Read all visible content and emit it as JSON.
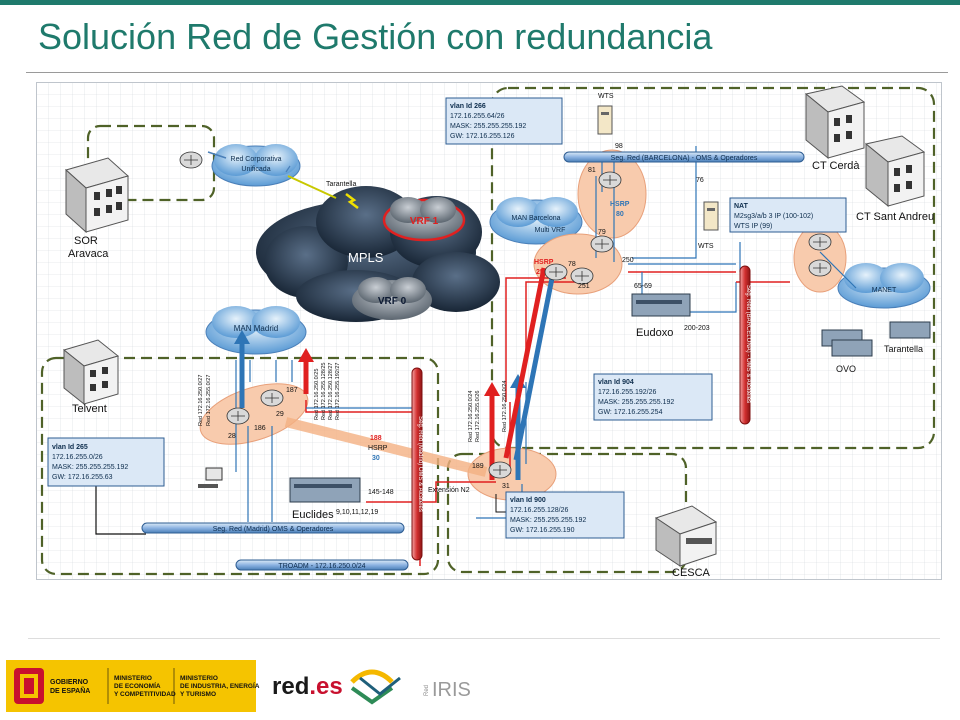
{
  "slide": {
    "title": "Solución Red de Gestión con redundancia"
  },
  "colors": {
    "accent": "#1f7a6c",
    "dashed_zone": "#4f6228",
    "seg_bar": "#8db3e2",
    "red_link": "#e02020",
    "blue_link": "#2e75b6",
    "hsrp_fill": "#f8cbad"
  },
  "labels": {
    "sor": "SOR",
    "aravaca": "Aravaca",
    "telvent": "Telvent",
    "red_corp_1": "Red Corporativa",
    "red_corp_2": "Unificada",
    "tarantella_link": "Tarantella",
    "mpls": "MPLS",
    "vrf1": "VRF 1",
    "vrf0": "VRF 0",
    "man_madrid": "MAN Madrid",
    "man_barcelona": "MAN Barcelona",
    "multi_vrf": "Multi VRF",
    "wts_top": "WTS",
    "wts_mid": "WTS",
    "ct_cerda": "CT Cerdà",
    "ct_sant_andreu": "CT Sant Andreu",
    "manet": "MANET",
    "tarantella": "Tarantella",
    "ovo": "OVO",
    "eudoxo": "Eudoxo",
    "euclides": "Euclides",
    "cesca": "CESCA",
    "seg_barcelona_h": "Seg. Red (BARCELONA) - OMS & Operadores",
    "seg_barcelona_v": "Seg. Red (BARCELONA) - OMS & Alcateles",
    "seg_madrid_h": "Seg. Red (Madrid) OMS & Operadores",
    "seg_madrid_v": "Seg. Red (Madrid) OMS & Alcateles",
    "troadm": "TROADM - 172.16.250.0/24",
    "extension_n2": "Extensión N2",
    "hsrp_80_a": "HSRP",
    "hsrp_80_b": "80",
    "hsrp_252_a": "HSRP",
    "hsrp_252_b": "252",
    "hsrp_30_a": "188",
    "hsrp_30_b": "HSRP",
    "hsrp_30_c": "30",
    "n98": "98",
    "n81": "81",
    "n76": "76",
    "n79": "79",
    "n78": "78",
    "n251": "251",
    "n250": "250",
    "n65_69": "65-69",
    "n200_203": "200-203",
    "n187": "187",
    "n29": "29",
    "n28": "28",
    "n186": "186",
    "n189": "189",
    "n31": "31",
    "n145_148": "145-148",
    "n_euclides": "9,10,11,12,19",
    "red_madrid_1": "Red 172.16.250.0/27",
    "red_madrid_2": "Red 172.16.255.0/27",
    "red_madrid_3": "Red 172.16.250.0/25",
    "red_madrid_4": "Red 172.16.255.128/25",
    "red_madrid_5": "Red 172.16.250.128/27",
    "red_madrid_6": "Red 172.16.255.192/27",
    "red_cesca_1": "Red 172.16.250.0/24",
    "red_cesca_2": "Red 172.16.255.0/26",
    "red_cesca_3": "Red 172.16.250.0/24"
  },
  "vlan_boxes": {
    "v266": {
      "title": "vlan Id 266",
      "l1": "172.16.255.64/26",
      "l2": "MASK: 255.255.255.192",
      "l3": "GW: 172.16.255.126"
    },
    "nat": {
      "title": "NAT",
      "l1": "M2sg3/a/b  3 IP (100-102)",
      "l2": "WTS IP (99)"
    },
    "v904": {
      "title": "vlan Id 904",
      "l1": "172.16.255.192/26",
      "l2": "MASK: 255.255.255.192",
      "l3": "GW: 172.16.255.254"
    },
    "v265": {
      "title": "vlan Id 265",
      "l1": "172.16.255.0/26",
      "l2": "MASK: 255.255.255.192",
      "l3": "GW: 172.16.255.63"
    },
    "v900": {
      "title": "vlan Id 900",
      "l1": "172.16.255.128/26",
      "l2": "MASK: 255.255.255.192",
      "l3": "GW: 172.16.255.190"
    }
  },
  "footer": {
    "gobierno_1": "GOBIERNO",
    "gobierno_2": "DE ESPAÑA",
    "min1_1": "MINISTERIO",
    "min1_2": "DE ECONOMÍA",
    "min1_3": "Y COMPETITIVIDAD",
    "min2_1": "MINISTERIO",
    "min2_2": "DE INDUSTRIA, ENERGÍA",
    "min2_3": "Y TURISMO",
    "redes_a": "red",
    "redes_b": ".es",
    "rediris_small": "Red",
    "rediris": "IRIS"
  }
}
